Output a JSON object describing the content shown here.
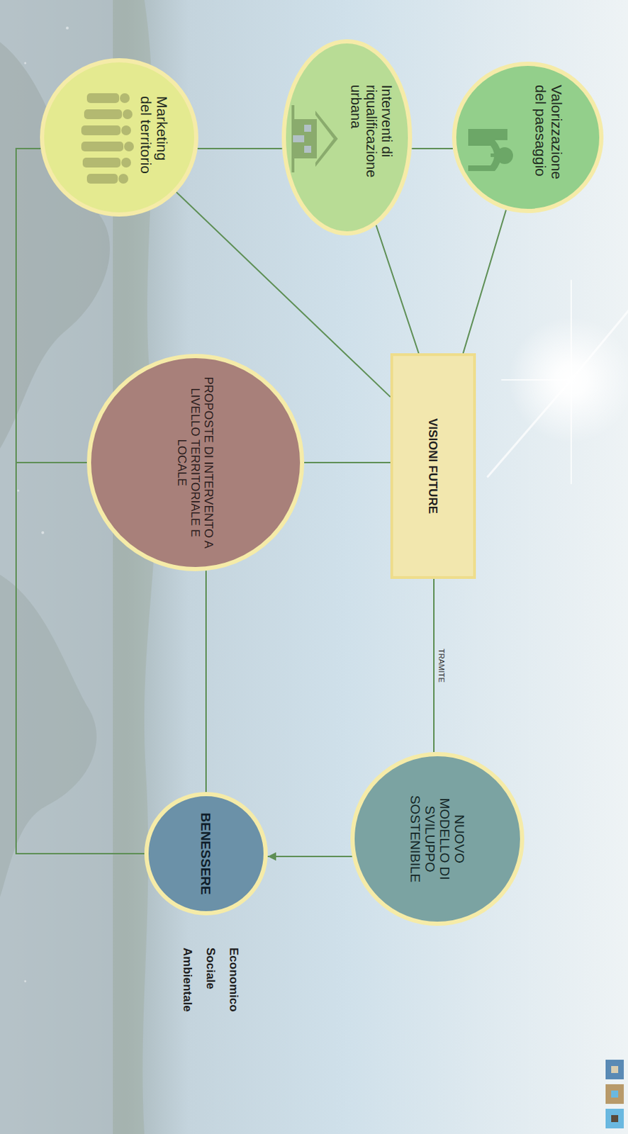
{
  "diagram": {
    "nodes": [
      {
        "text": [
          "Valorizzazione del paesaggio"
        ]
      },
      {
        "text": [
          "Interventi di riqualificazione urbana"
        ]
      },
      {
        "text": [
          "Marketing del territorio"
        ]
      },
      {
        "text": [
          "VISIONI FUTURE"
        ]
      },
      {
        "text": [
          "PROPOSTE DI INTERVENTO A LIVELLO TERRITORIALE E LOCALE"
        ]
      },
      {
        "text": [
          "NUOVO MODELLO DI SVILUPPO SOSTENIBILE"
        ]
      },
      {
        "text": [
          "BENESSERE"
        ]
      }
    ],
    "edges": [
      {
        "from": 0,
        "to": 1,
        "arrow": "none"
      },
      {
        "from": 1,
        "to": 2,
        "arrow": "none"
      },
      {
        "from": 0,
        "to": 3,
        "arrow": "none"
      },
      {
        "from": 1,
        "to": 3,
        "arrow": "none"
      },
      {
        "from": 2,
        "to": 3,
        "arrow": "none"
      },
      {
        "from": 3,
        "to": 4,
        "arrow": "none"
      },
      {
        "from": 3,
        "to": 5,
        "label": "TRAMITE",
        "arrow": "none"
      },
      {
        "from": 5,
        "to": 6,
        "arrow": "to"
      },
      {
        "from": 4,
        "to": 6,
        "arrow": "none"
      },
      {
        "from": 2,
        "to": 4,
        "arrow": "none"
      },
      {
        "from": 2,
        "to": 6,
        "arrow": "none"
      }
    ],
    "labels": [
      "Economico",
      "Sociale",
      "Ambientale"
    ]
  }
}
